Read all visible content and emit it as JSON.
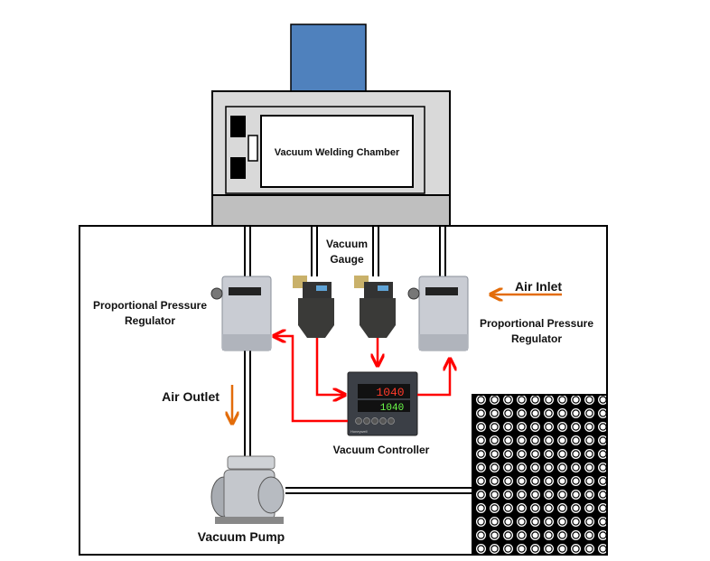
{
  "labels": {
    "chamber": "Vacuum Welding Chamber",
    "gauge_line1": "Vacuum",
    "gauge_line2": "Gauge",
    "left_regulator_line1": "Proportional Pressure",
    "left_regulator_line2": "Regulator",
    "right_regulator_line1": "Proportional Pressure",
    "right_regulator_line2": "Regulator",
    "air_inlet": "Air Inlet",
    "air_outlet": "Air Outlet",
    "controller": "Vacuum Controller",
    "pump": "Vacuum Pump"
  },
  "controller_display": {
    "pv": "1040",
    "sv": "1040",
    "brand": "Honeywell"
  },
  "colors": {
    "signal_arrow": "#ff0000",
    "air_arrow": "#e36c0a",
    "chamber_top": "#4f81bd",
    "chamber_body": "#d9d9d9",
    "chamber_base": "#bfbfbf"
  }
}
